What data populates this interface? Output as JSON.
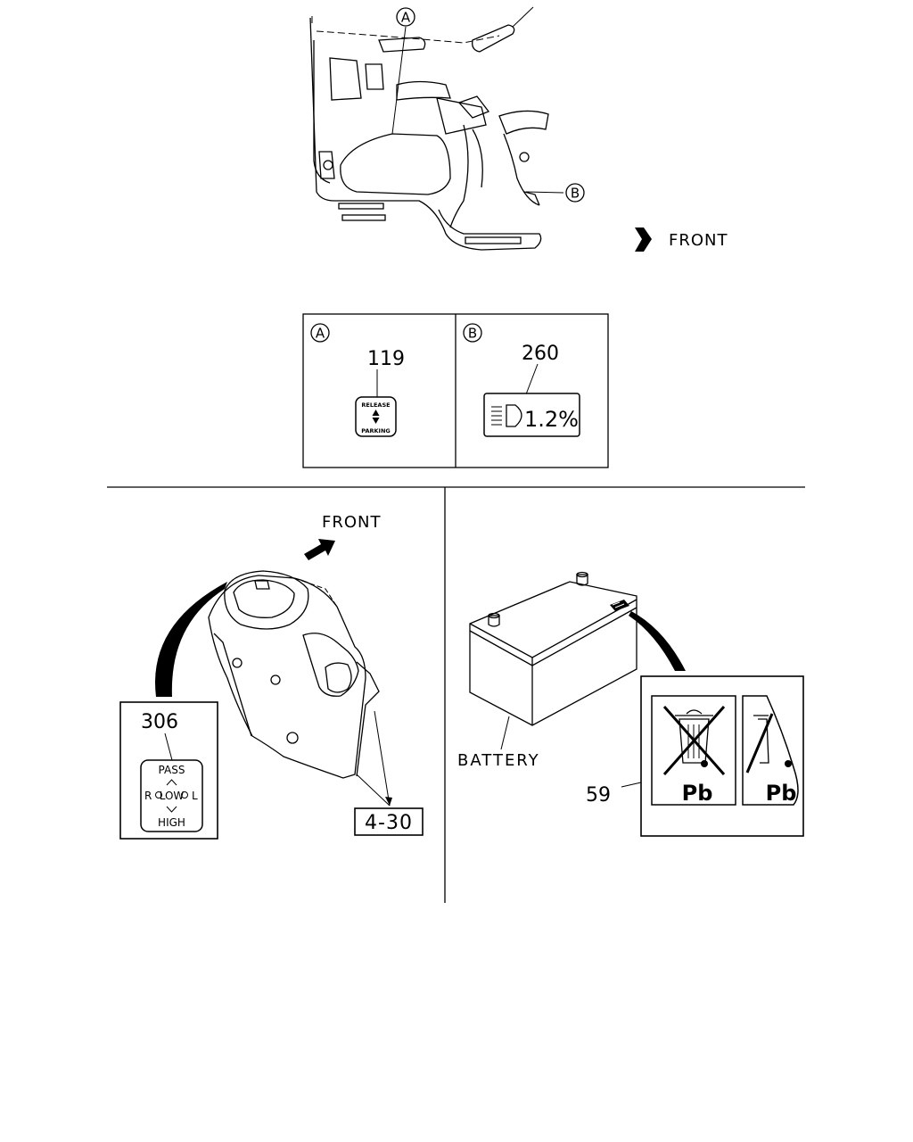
{
  "top": {
    "callout_a": "A",
    "callout_b": "B",
    "front_label": "FRONT"
  },
  "detail": {
    "a_letter": "A",
    "a_part": "119",
    "a_label_release": "RELEASE",
    "a_label_parking": "PARKING",
    "b_letter": "B",
    "b_part": "260",
    "b_label_value": "1.2%"
  },
  "left": {
    "front_label": "FRONT",
    "part": "306",
    "pass": "PASS",
    "r": "R",
    "low": "LOW",
    "l": "L",
    "high": "HIGH",
    "ref": "4-30"
  },
  "right": {
    "battery": "BATTERY",
    "part": "59",
    "pb1": "Pb",
    "pb2": "Pb"
  }
}
